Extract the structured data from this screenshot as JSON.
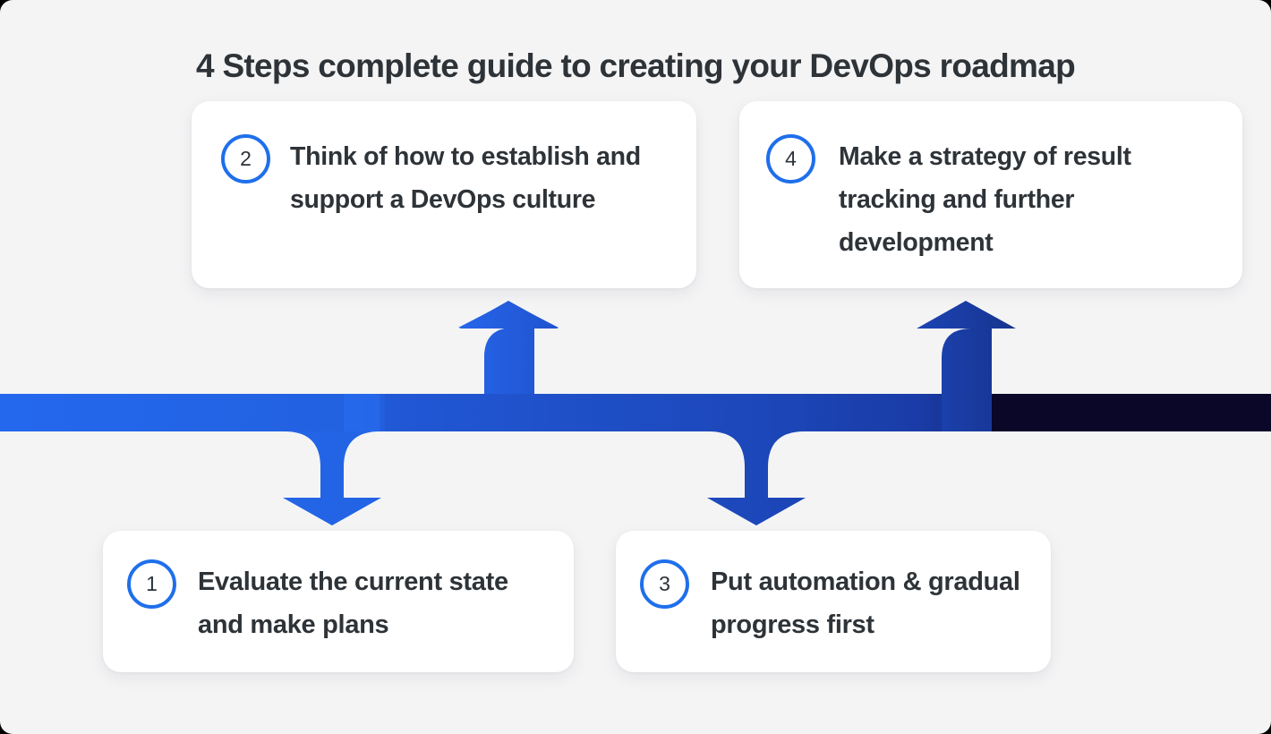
{
  "page": {
    "title": "4 Steps complete guide to creating your DevOps roadmap",
    "background_color": "#F4F4F5",
    "text_color": "#2E3338"
  },
  "theme": {
    "accent_blue": "#1F6FEB",
    "bar_gradient_start": "#2468EE",
    "bar_gradient_mid": "#1B49C4",
    "bar_gradient_end": "#0A0728",
    "card_background": "#FFFFFF"
  },
  "steps": [
    {
      "number": "1",
      "text": "Evaluate the current state and make plans",
      "position": "bottom",
      "arrow": "down-arrow",
      "arrow_color": "#2468EE"
    },
    {
      "number": "2",
      "text": "Think of how to establish and support a DevOps culture",
      "position": "top",
      "arrow": "up-arrow",
      "arrow_color": "#2261E0"
    },
    {
      "number": "3",
      "text": "Put automation & gradual progress first",
      "position": "bottom",
      "arrow": "down-arrow",
      "arrow_color": "#1E4FC6"
    },
    {
      "number": "4",
      "text": "Make a strategy of result tracking and further development",
      "position": "top",
      "arrow": "up-arrow",
      "arrow_color": "#1A3CA8"
    }
  ],
  "timeline": {
    "label": "roadmap-timeline-bar",
    "direction": "left-to-right"
  }
}
